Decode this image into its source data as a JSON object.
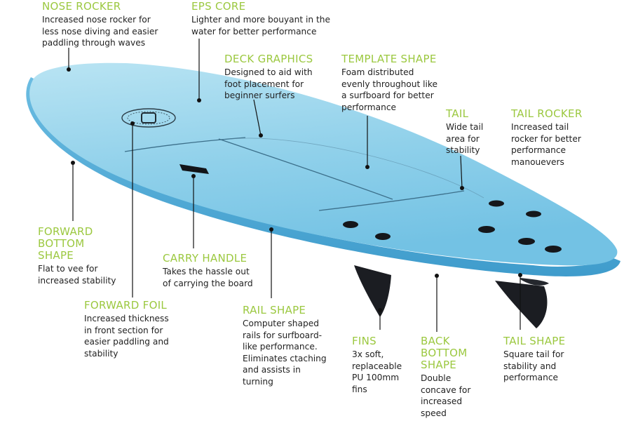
{
  "colors": {
    "accent": "#9bc83f",
    "text": "#222222",
    "board_light": "#a9dcee",
    "board_mid": "#7cc8e6",
    "board_rail": "#5fb5dc",
    "fin": "#1a1c20",
    "leader": "#111111"
  },
  "callouts": [
    {
      "id": "nose-rocker",
      "title": "NOSE ROCKER",
      "desc": "Increased nose rocker for\nless nose diving and easier\npaddling through waves"
    },
    {
      "id": "eps-core",
      "title": "EPS CORE",
      "desc": "Lighter and more bouyant in the\nwater for better performance"
    },
    {
      "id": "deck-graphics",
      "title": "DECK GRAPHICS",
      "desc": "Designed to aid with\nfoot placement for\nbeginner surfers"
    },
    {
      "id": "template-shape",
      "title": "TEMPLATE SHAPE",
      "desc": "Foam distributed\nevenly throughout like\na surfboard for better\nperformance"
    },
    {
      "id": "tail",
      "title": "TAIL",
      "desc": "Wide tail\narea for\nstability"
    },
    {
      "id": "tail-rocker",
      "title": "TAIL ROCKER",
      "desc": "Increased tail\nrocker for better\nperformance\nmanouevers"
    },
    {
      "id": "forward-bottom-shape",
      "title": "FORWARD\nBOTTOM\nSHAPE",
      "desc": "Flat to vee for\nincreased stability"
    },
    {
      "id": "carry-handle",
      "title": "CARRY HANDLE",
      "desc": "Takes the hassle out\nof carrying the board"
    },
    {
      "id": "forward-foil",
      "title": "FORWARD FOIL",
      "desc": "Increased thickness\nin front section for\neasier paddling and\nstability"
    },
    {
      "id": "rail-shape",
      "title": "RAIL SHAPE",
      "desc": "Computer shaped\nrails for surfboard-\nlike performance.\nEliminates ctaching\nand assists in\nturning"
    },
    {
      "id": "fins",
      "title": "FINS",
      "desc": "3x soft,\nreplaceable\nPU 100mm\nfins"
    },
    {
      "id": "back-bottom-shape",
      "title": "BACK\nBOTTOM\nSHAPE",
      "desc": "Double\nconcave for\nincreased\nspeed"
    },
    {
      "id": "tail-shape",
      "title": "TAIL SHAPE",
      "desc": "Square tail for\nstability and\nperformance"
    }
  ]
}
